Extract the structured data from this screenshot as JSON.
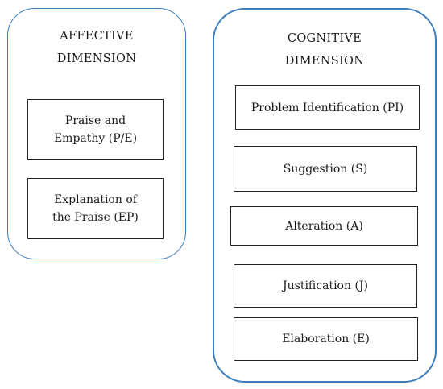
{
  "affective": {
    "title_line1": "AFFECTIVE",
    "title_line2": "DIMENSION",
    "boxes": [
      {
        "line1": "Praise and",
        "line2": "Empathy (P/E)"
      },
      {
        "line1": "Explanation of",
        "line2": "the Praise (EP)"
      }
    ]
  },
  "cognitive": {
    "title_line1": "COGNITIVE",
    "title_line2": "DIMENSION",
    "boxes": [
      {
        "label": "Problem Identification (PI)"
      },
      {
        "label": "Suggestion (S)"
      },
      {
        "label": "Alteration (A)"
      },
      {
        "label": "Justification (J)"
      },
      {
        "label": "Elaboration (E)"
      }
    ]
  },
  "colors": {
    "panel_border": "#3b7ebf",
    "box_border": "#222222"
  }
}
